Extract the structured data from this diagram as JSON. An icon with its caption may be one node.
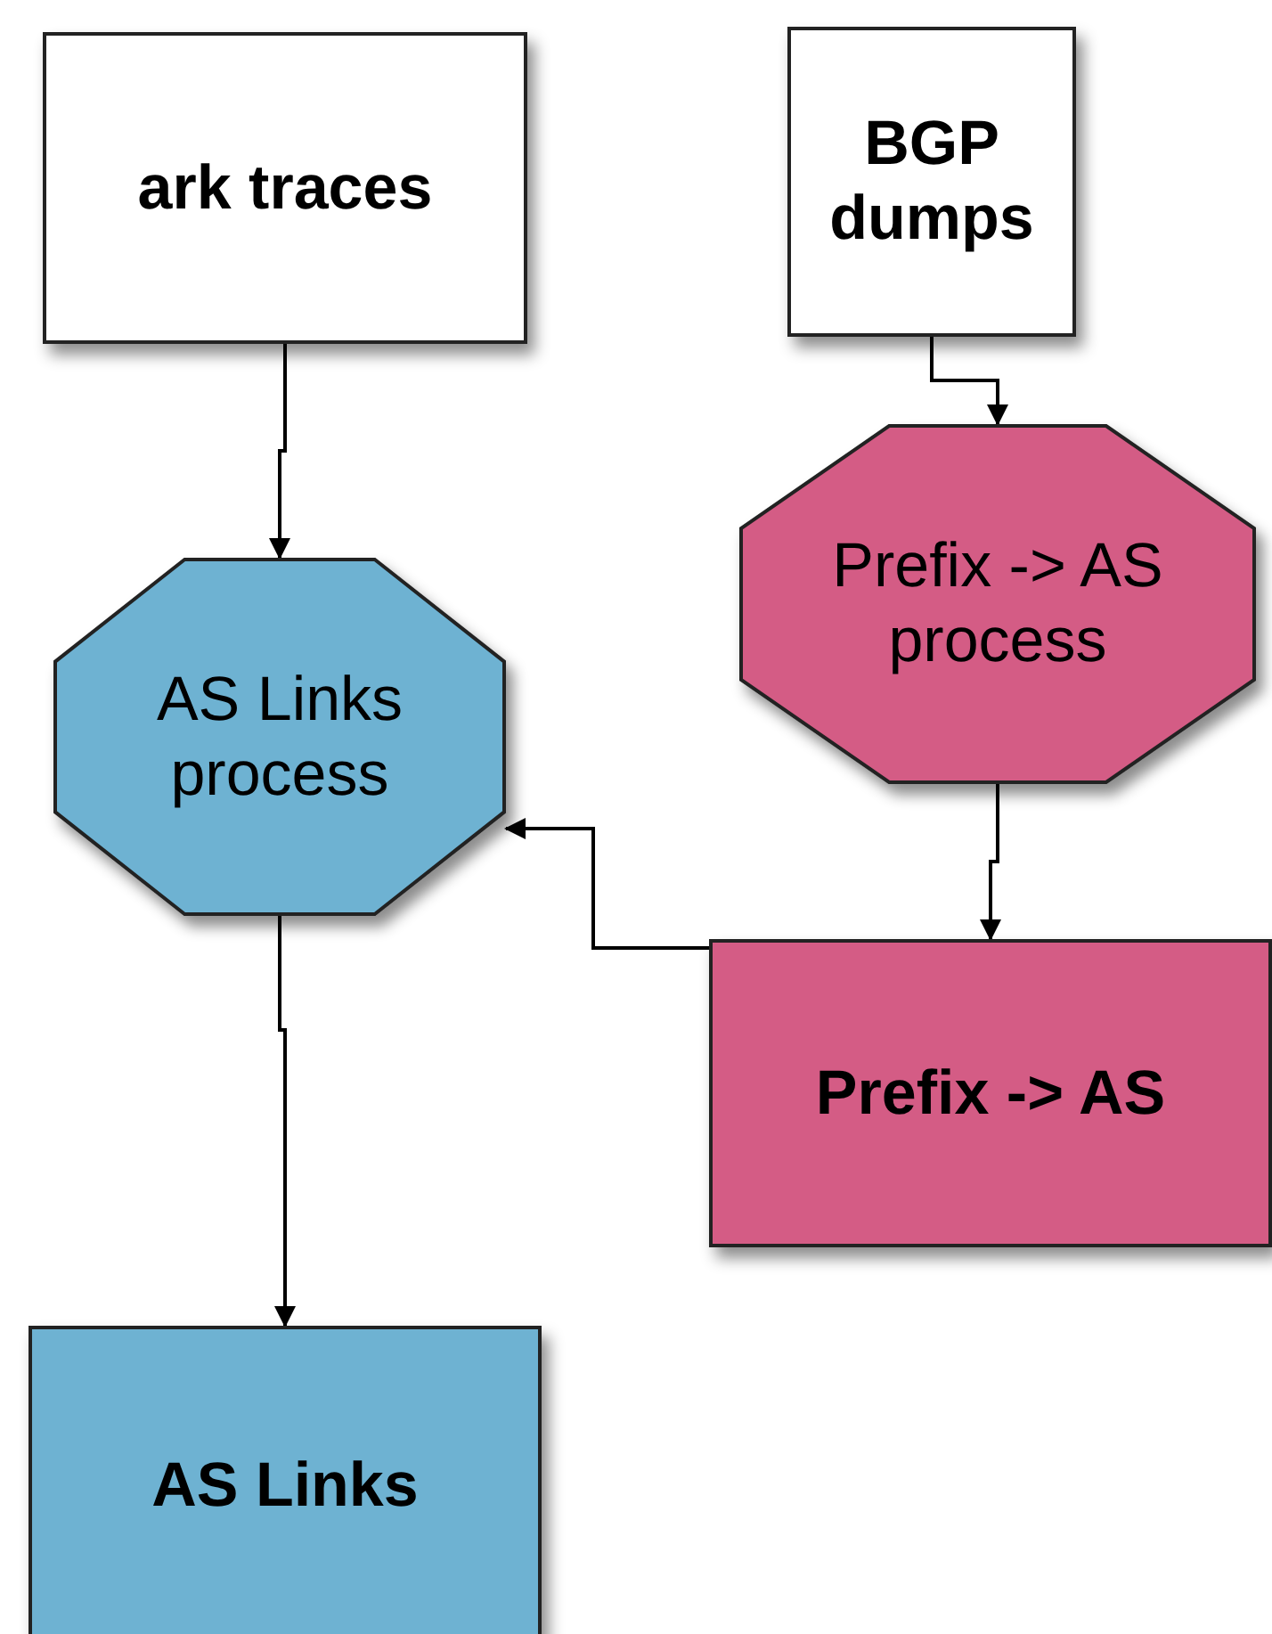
{
  "diagram": {
    "nodes": [
      {
        "text": [
          "ark traces"
        ]
      },
      {
        "text": [
          "BGP dumps"
        ]
      },
      {
        "text": [
          "AS Links process"
        ]
      },
      {
        "text": [
          "Prefix -> AS process"
        ]
      },
      {
        "text": [
          "Prefix -> AS"
        ]
      },
      {
        "text": [
          "AS Links"
        ]
      }
    ],
    "edges": [
      {
        "from": 0,
        "to": 2,
        "arrow": "to"
      },
      {
        "from": 1,
        "to": 3,
        "arrow": "to"
      },
      {
        "from": 3,
        "to": 4,
        "arrow": "to"
      },
      {
        "from": 4,
        "to": 2,
        "arrow": "to"
      },
      {
        "from": 2,
        "to": 5,
        "arrow": "to"
      }
    ]
  }
}
